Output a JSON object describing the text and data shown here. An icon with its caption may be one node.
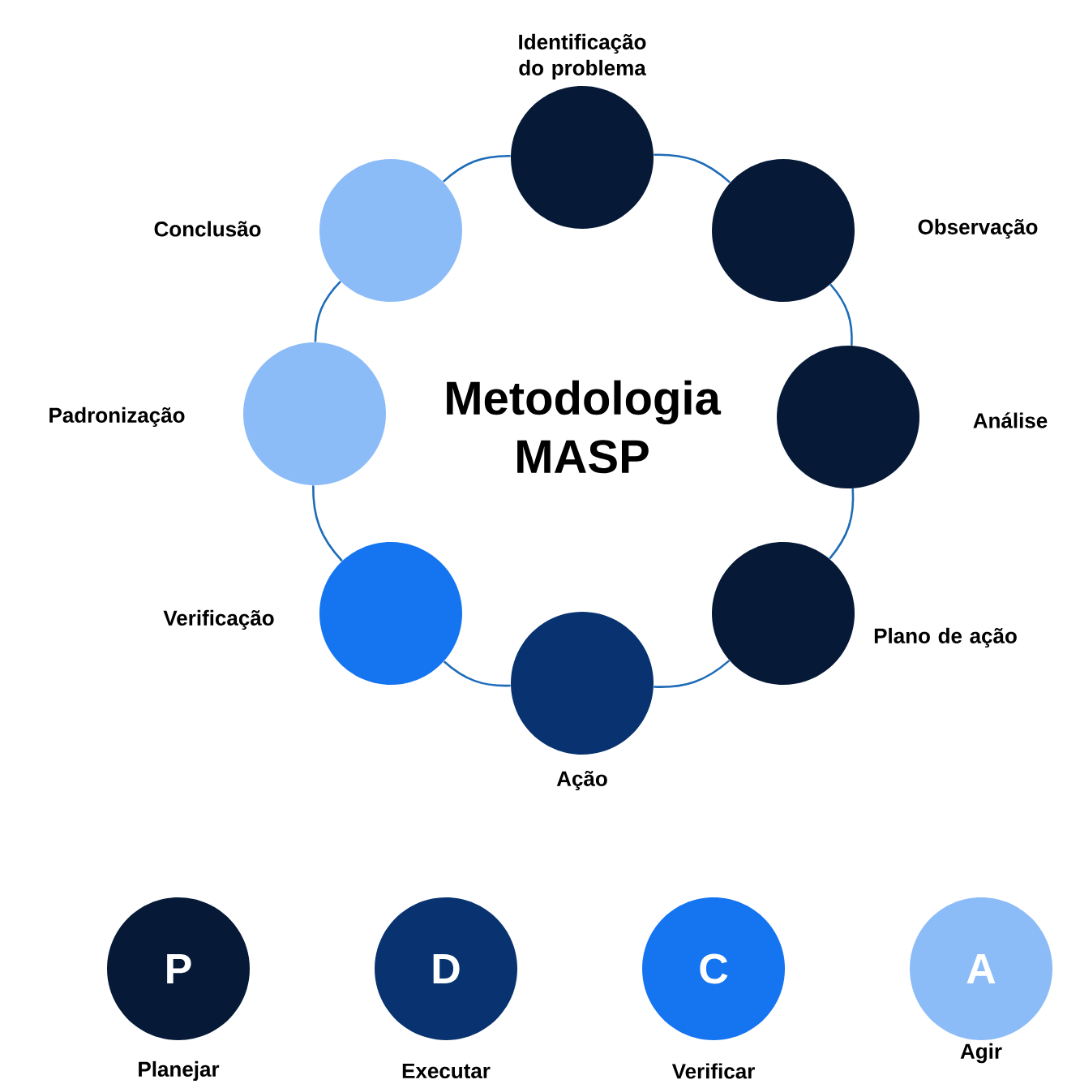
{
  "diagram": {
    "title": "Metodologia MASP",
    "nodes": [
      {
        "text": [],
        "shape": "circle",
        "beside": [
          "Identificação do problema"
        ]
      },
      {
        "text": [],
        "shape": "circle",
        "beside": [
          "Observação"
        ]
      },
      {
        "text": [],
        "shape": "circle",
        "beside": [
          "Análise"
        ]
      },
      {
        "text": [],
        "shape": "circle",
        "beside": [
          "Plano de ação"
        ]
      },
      {
        "text": [],
        "shape": "circle",
        "beside": [
          "Ação"
        ]
      },
      {
        "text": [],
        "shape": "circle",
        "beside": [
          "Verificação"
        ]
      },
      {
        "text": [],
        "shape": "circle",
        "beside": [
          "Padronização"
        ]
      },
      {
        "text": [],
        "shape": "circle",
        "beside": [
          "Conclusão"
        ]
      },
      {
        "text": [
          "P"
        ],
        "beside": [
          "Planejar"
        ]
      },
      {
        "text": [
          "D"
        ],
        "beside": [
          "Executar"
        ]
      },
      {
        "text": [
          "C"
        ],
        "beside": [
          "Verificar"
        ]
      },
      {
        "text": [
          "A"
        ],
        "beside": [
          "Agir"
        ]
      }
    ],
    "edges": [
      {
        "from": 0,
        "to": 1,
        "arrow": "none"
      },
      {
        "from": 1,
        "to": 2,
        "arrow": "none"
      },
      {
        "from": 2,
        "to": 3,
        "arrow": "none"
      },
      {
        "from": 3,
        "to": 4,
        "arrow": "none"
      },
      {
        "from": 4,
        "to": 5,
        "arrow": "none"
      },
      {
        "from": 5,
        "to": 6,
        "arrow": "none"
      },
      {
        "from": 6,
        "to": 7,
        "arrow": "none"
      },
      {
        "from": 7,
        "to": 0,
        "arrow": "none"
      }
    ]
  }
}
